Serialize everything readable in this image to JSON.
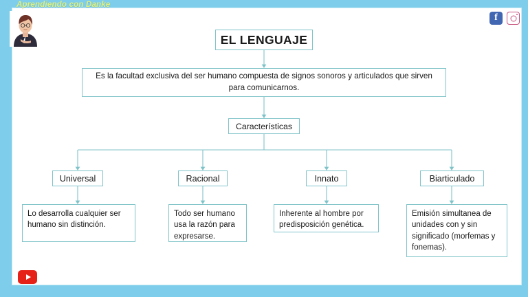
{
  "branding": {
    "channel_name": "Aprendiendo con Danke",
    "avatar_name": "teacher-avatar",
    "brand_color": "#dff07a",
    "background_color": "#7ecdea"
  },
  "social": {
    "facebook_label": "f",
    "facebook_name": "facebook-icon",
    "instagram_name": "instagram-icon",
    "youtube_name": "youtube-icon"
  },
  "diagram": {
    "line_color": "#7fc3c9",
    "box_border_color": "#7fc3c9",
    "title": "EL LENGUAJE",
    "definition": "Es la facultad exclusiva del ser humano compuesta de signos sonoros y articulados que sirven para comunicarnos.",
    "branch_label": "Características",
    "categories": [
      {
        "label": "Universal",
        "description": "Lo desarrolla cualquier ser humano sin distinción."
      },
      {
        "label": "Racional",
        "description": "Todo ser humano usa la razón para expresarse."
      },
      {
        "label": "Innato",
        "description": "Inherente al hombre por predisposición genética."
      },
      {
        "label": "Biarticulado",
        "description": "Emisión simultanea de unidades con y sin significado (morfemas y fonemas)."
      }
    ]
  }
}
